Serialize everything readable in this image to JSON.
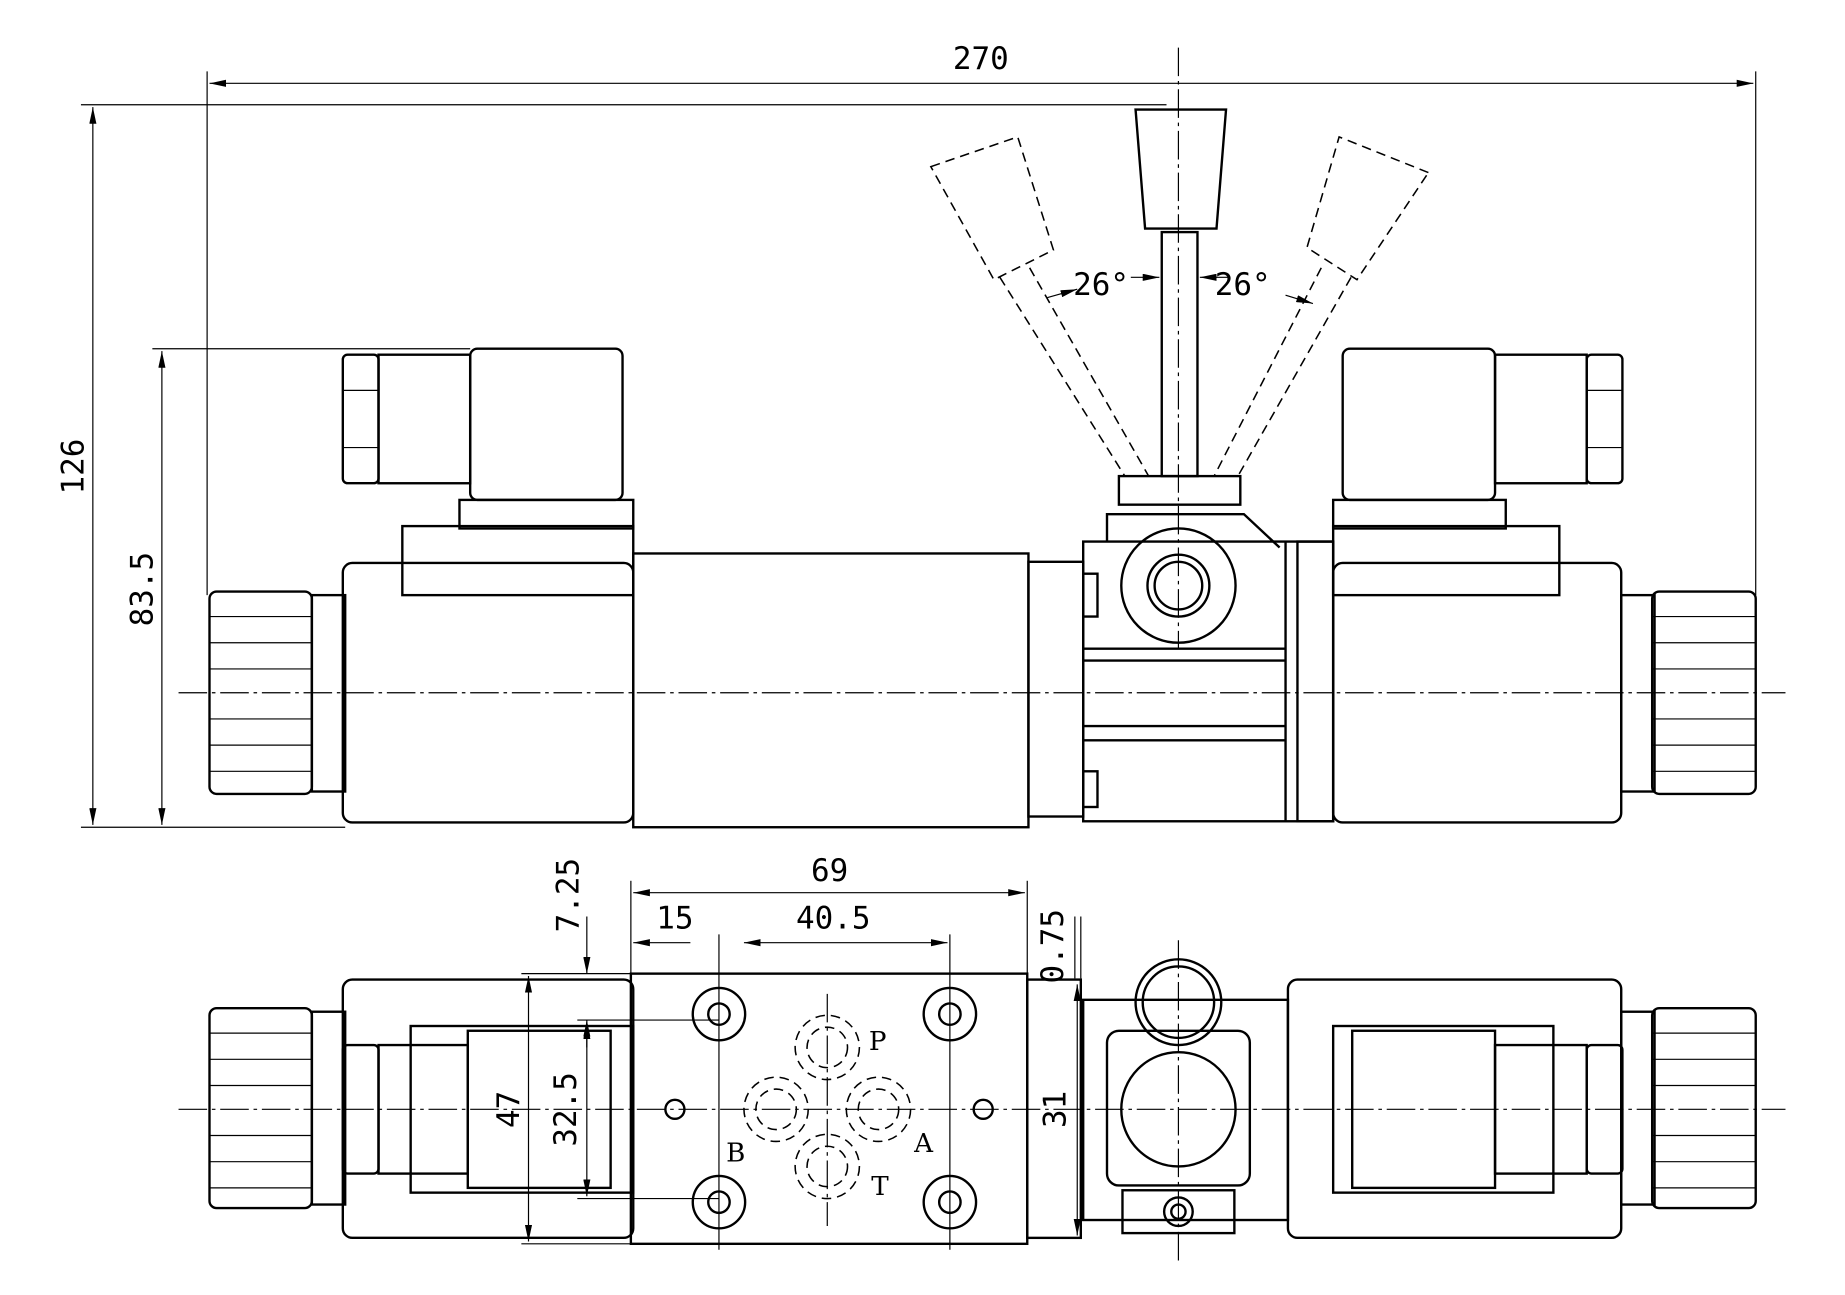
{
  "title": "Manual/solenoid directional valve dimension drawing",
  "dimensions": {
    "overall_length": "270",
    "overall_height": "126",
    "body_height": "83.5",
    "lever_angle_left": "26°",
    "lever_angle_right": "26°",
    "interface_width": "69",
    "port_offset": "15",
    "port_spacing": "40.5",
    "top_offset": "7.25",
    "side_offset": "0.75",
    "body_depth": "47",
    "bolt_spacing": "32.5",
    "spacer_width": "31"
  },
  "ports": {
    "p": "P",
    "a": "A",
    "b": "B",
    "t": "T"
  }
}
